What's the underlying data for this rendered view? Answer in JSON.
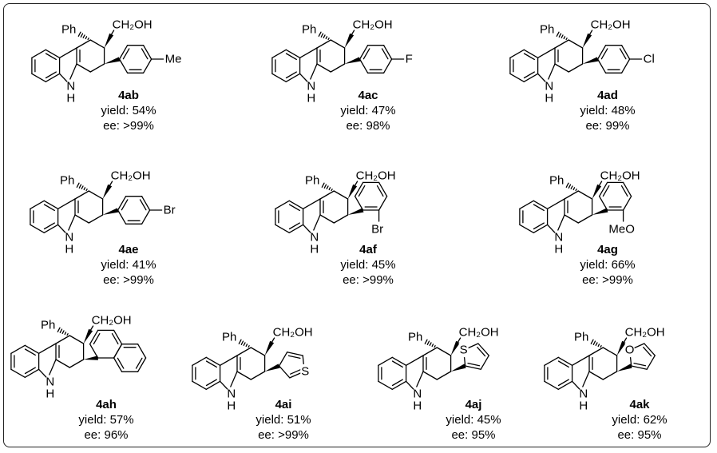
{
  "compounds": [
    {
      "id": "4ab",
      "yield": "yield: 54%",
      "ee": "ee: >99%",
      "substituent": "Me"
    },
    {
      "id": "4ac",
      "yield": "yield: 47%",
      "ee": "ee: 98%",
      "substituent": "F"
    },
    {
      "id": "4ad",
      "yield": "yield: 48%",
      "ee": "ee: 99%",
      "substituent": "Cl"
    },
    {
      "id": "4ae",
      "yield": "yield: 41%",
      "ee": "ee: >99%",
      "substituent": "Br"
    },
    {
      "id": "4af",
      "yield": "yield: 45%",
      "ee": "ee: >99%",
      "substituent": "Br"
    },
    {
      "id": "4ag",
      "yield": "yield: 66%",
      "ee": "ee: >99%",
      "substituent": "MeO"
    },
    {
      "id": "4ah",
      "yield": "yield: 57%",
      "ee": "ee: 96%"
    },
    {
      "id": "4ai",
      "yield": "yield: 51%",
      "ee": "ee: >99%",
      "heteroatom": "S"
    },
    {
      "id": "4aj",
      "yield": "yield: 45%",
      "ee": "ee: 95%",
      "heteroatom": "S"
    },
    {
      "id": "4ak",
      "yield": "yield: 62%",
      "ee": "ee: 95%",
      "heteroatom": "O"
    }
  ],
  "labels": {
    "phenyl": "Ph",
    "hydroxymethyl": "CH₂OH",
    "nh": "N",
    "h": "H"
  }
}
